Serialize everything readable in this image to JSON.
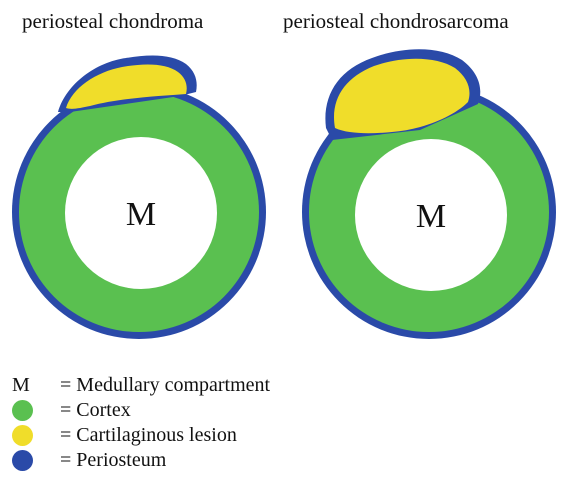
{
  "titles": {
    "left": "periosteal chondroma",
    "right": "periosteal chondrosarcoma"
  },
  "cross_sections": [
    {
      "center_label": "M"
    },
    {
      "center_label": "M"
    }
  ],
  "colors": {
    "cortex": "#5ac050",
    "lesion": "#f0dd2a",
    "periosteum": "#2a4aa8",
    "medulla": "#ffffff"
  },
  "legend": [
    {
      "key_text": "M",
      "key_color": "",
      "text": "= Medullary compartment"
    },
    {
      "key_text": "",
      "key_color": "#5ac050",
      "text": "= Cortex"
    },
    {
      "key_text": "",
      "key_color": "#f0dd2a",
      "text": "= Cartilaginous lesion"
    },
    {
      "key_text": "",
      "key_color": "#2a4aa8",
      "text": "= Periosteum"
    }
  ]
}
